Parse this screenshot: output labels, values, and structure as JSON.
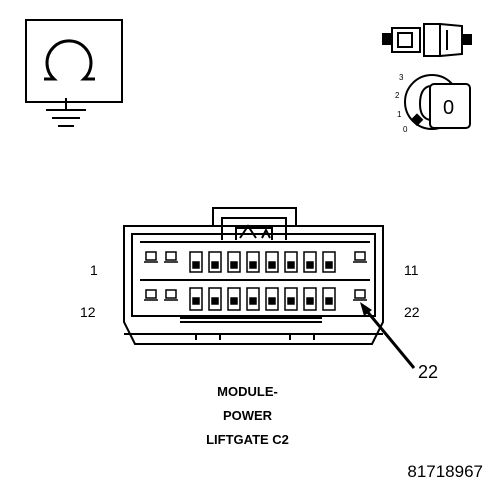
{
  "pin_labels": {
    "top_left": "1",
    "top_right": "11",
    "bottom_left": "12",
    "bottom_right": "22",
    "callout": "22"
  },
  "ignition_positions": [
    "3",
    "2",
    "1",
    "0"
  ],
  "key_label": "0",
  "caption": {
    "line1": "MODULE-",
    "line2": "POWER",
    "line3": "LIFTGATE C2"
  },
  "figure_number": "81718967",
  "connector": {
    "top_row_pins": 11,
    "bottom_row_pins": 11,
    "highlighted_pin": 22
  },
  "icons": [
    "ground-symbol-icon",
    "connector-key-icon",
    "ignition-switch-icon"
  ]
}
